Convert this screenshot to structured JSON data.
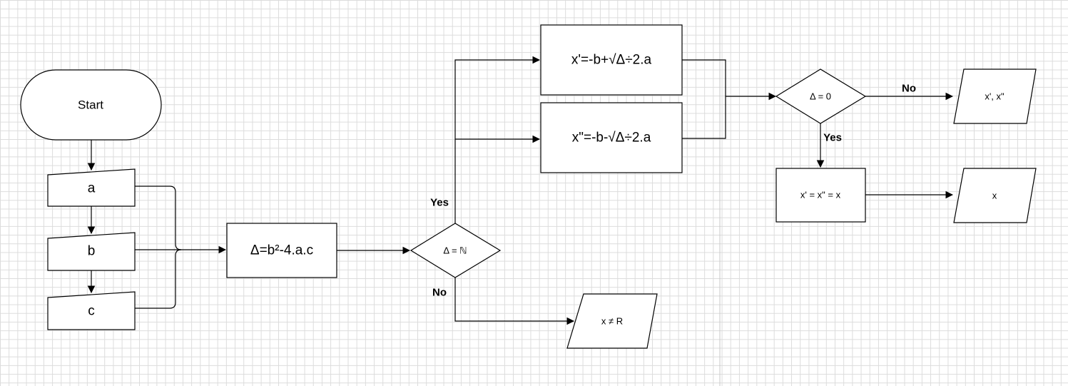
{
  "flowchart": {
    "start": "Start",
    "inputs": [
      "a",
      "b",
      "c"
    ],
    "discriminant": "Δ=b²-4.a.c",
    "decision1": "Δ = ℕ",
    "root1": "x'=-b+√Δ÷2.a",
    "root2": "x\"=-b-√Δ÷2.a",
    "no_real": "x ≠ R",
    "decision2": "Δ = 0",
    "equal_roots": "x' = x\" = x",
    "output_two": "x', x\"",
    "output_one": "x",
    "labels": {
      "yes1": "Yes",
      "no1": "No",
      "yes2": "Yes",
      "no2": "No"
    }
  }
}
